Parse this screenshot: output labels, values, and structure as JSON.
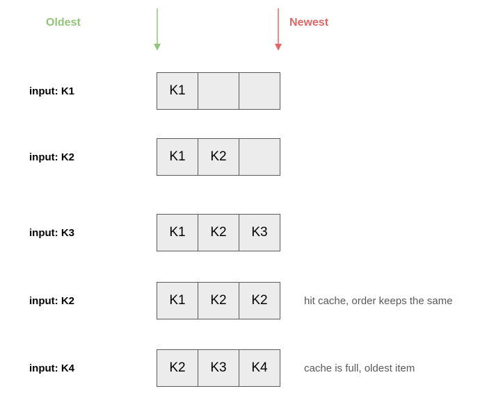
{
  "header": {
    "oldest_label": "Oldest",
    "newest_label": "Newest",
    "oldest_color": "#93c47d",
    "newest_color": "#e06666"
  },
  "rows": [
    {
      "input": "input: K1",
      "cells": [
        "K1",
        "",
        ""
      ],
      "note": ""
    },
    {
      "input": "input: K2",
      "cells": [
        "K1",
        "K2",
        ""
      ],
      "note": ""
    },
    {
      "input": "input: K3",
      "cells": [
        "K1",
        "K2",
        "K3"
      ],
      "note": ""
    },
    {
      "input": "input: K2",
      "cells": [
        "K1",
        "K2",
        "K2"
      ],
      "note": "hit cache, order keeps the same"
    },
    {
      "input": "input: K4",
      "cells": [
        "K2",
        "K3",
        "K4"
      ],
      "note": "cache is full, oldest item"
    }
  ]
}
